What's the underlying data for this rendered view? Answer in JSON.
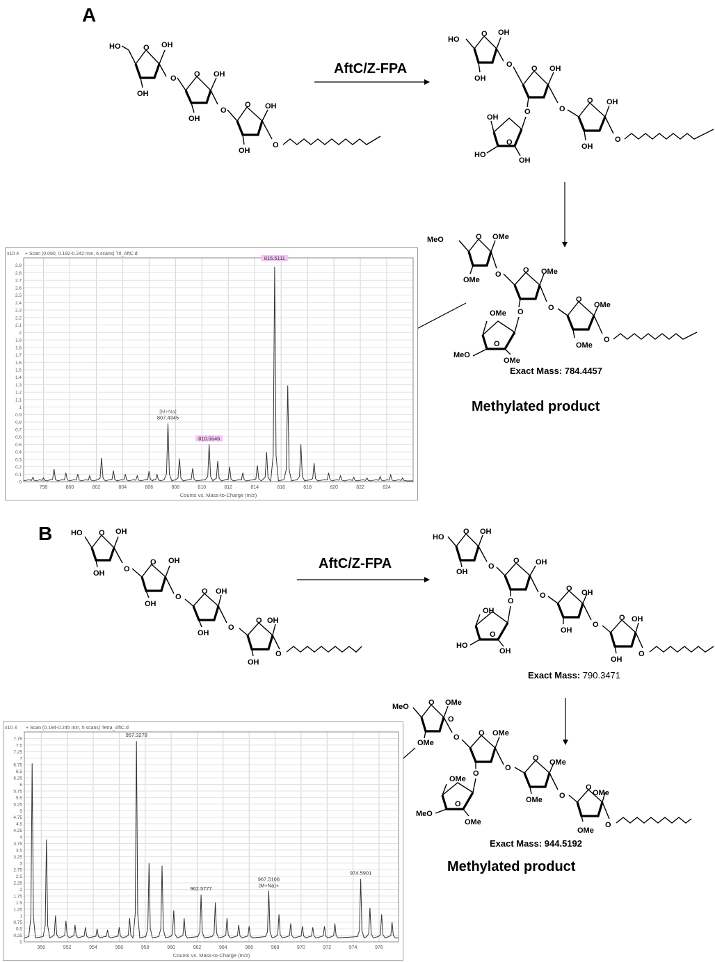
{
  "panelA": {
    "letter": "A",
    "reaction_label": "AftC/Z-FPA",
    "product_mass_label": "Exact Mass:",
    "product_mass_value": "784.4457",
    "product_label": "Methylated product",
    "spectrum": {
      "header": "+ Scan (0.090, 0.192-0.242 min, 6 scans) Tri_AftC.d",
      "yexp": "x10 4",
      "xlabel": "Counts vs. Mass-to-Charge (m/z)",
      "peak_labels": [
        "815.5111",
        "807.4345",
        "810.5546",
        "[M+Na]"
      ]
    }
  },
  "panelB": {
    "letter": "B",
    "reaction_label": "AftC/Z-FPA",
    "intermediate_mass_label": "Exact Mass:",
    "intermediate_mass_value": "790.3471",
    "product_mass_label": "Exact Mass:",
    "product_mass_value": "944.5192",
    "product_label": "Methylated product",
    "spectrum": {
      "header": "+ Scan (0.194-0.245 min, 5 scans) Tetra_AftC.d",
      "yexp": "x10 3",
      "xlabel": "Counts vs. Mass-to-Charge (m/z)",
      "peak_labels": [
        "957.3278",
        "962.5777",
        "967.5106",
        "(M+Na)+",
        "974.5901"
      ]
    }
  },
  "mol_labels": {
    "HO": "HO",
    "OH": "OH",
    "O": "O",
    "MeO": "MeO",
    "OMe": "OMe"
  },
  "chart_data": [
    {
      "type": "line",
      "title": "+ Scan (0.090, 0.192-0.242 min, 6 scans) Tri_AftC.d",
      "xlabel": "Counts vs. Mass-to-Charge (m/z)",
      "ylabel": "x10 4",
      "xlim": [
        796.5,
        826
      ],
      "ylim": [
        0,
        3.0
      ],
      "x_ticks": [
        798,
        800,
        802,
        804,
        806,
        808,
        810,
        812,
        814,
        816,
        818,
        820,
        822,
        824
      ],
      "y_ticks": [
        0,
        0.1,
        0.2,
        0.3,
        0.4,
        0.5,
        0.6,
        0.7,
        0.8,
        0.9,
        1,
        1.1,
        1.2,
        1.3,
        1.4,
        1.5,
        1.6,
        1.7,
        1.8,
        1.9,
        2,
        2.1,
        2.2,
        2.3,
        2.4,
        2.5,
        2.6,
        2.7,
        2.8,
        2.9
      ],
      "grid": true,
      "peaks": [
        {
          "x": 797.2,
          "y": 0.06
        },
        {
          "x": 798.0,
          "y": 0.05
        },
        {
          "x": 798.8,
          "y": 0.17
        },
        {
          "x": 799.7,
          "y": 0.12
        },
        {
          "x": 800.6,
          "y": 0.1
        },
        {
          "x": 801.5,
          "y": 0.08
        },
        {
          "x": 802.4,
          "y": 0.32
        },
        {
          "x": 803.3,
          "y": 0.15
        },
        {
          "x": 804.2,
          "y": 0.1
        },
        {
          "x": 805.1,
          "y": 0.08
        },
        {
          "x": 806.0,
          "y": 0.14
        },
        {
          "x": 806.6,
          "y": 0.1
        },
        {
          "x": 807.43,
          "y": 0.78
        },
        {
          "x": 808.3,
          "y": 0.31
        },
        {
          "x": 809.3,
          "y": 0.18
        },
        {
          "x": 810.55,
          "y": 0.5
        },
        {
          "x": 811.2,
          "y": 0.28
        },
        {
          "x": 812.1,
          "y": 0.2
        },
        {
          "x": 813.1,
          "y": 0.12
        },
        {
          "x": 814.2,
          "y": 0.22
        },
        {
          "x": 814.9,
          "y": 0.4
        },
        {
          "x": 815.51,
          "y": 2.88
        },
        {
          "x": 816.5,
          "y": 1.29
        },
        {
          "x": 817.5,
          "y": 0.5
        },
        {
          "x": 818.5,
          "y": 0.25
        },
        {
          "x": 819.6,
          "y": 0.12
        },
        {
          "x": 820.5,
          "y": 0.08
        },
        {
          "x": 821.5,
          "y": 0.06
        },
        {
          "x": 822.5,
          "y": 0.05
        },
        {
          "x": 823.5,
          "y": 0.07
        },
        {
          "x": 824.3,
          "y": 0.09
        },
        {
          "x": 825.2,
          "y": 0.05
        }
      ]
    },
    {
      "type": "line",
      "title": "+ Scan (0.194-0.245 min, 5 scans) Tetra_AftC.d",
      "xlabel": "Counts vs. Mass-to-Charge (m/z)",
      "ylabel": "x10 3",
      "xlim": [
        948.7,
        977.5
      ],
      "ylim": [
        0,
        8.0
      ],
      "x_ticks": [
        950,
        952,
        954,
        956,
        958,
        960,
        962,
        964,
        966,
        968,
        970,
        972,
        974,
        976
      ],
      "y_ticks": [
        0,
        0.25,
        0.5,
        0.75,
        1,
        1.25,
        1.5,
        1.75,
        2,
        2.25,
        2.5,
        2.75,
        3,
        3.25,
        3.5,
        3.75,
        4,
        4.25,
        4.5,
        4.75,
        5,
        5.25,
        5.5,
        5.75,
        6,
        6.25,
        6.5,
        6.75,
        7,
        7.25,
        7.5,
        7.75
      ],
      "grid": true,
      "peaks": [
        {
          "x": 949.3,
          "y": 6.8
        },
        {
          "x": 950.4,
          "y": 3.9
        },
        {
          "x": 951.1,
          "y": 1.0
        },
        {
          "x": 951.9,
          "y": 0.8
        },
        {
          "x": 952.6,
          "y": 0.65
        },
        {
          "x": 953.4,
          "y": 0.55
        },
        {
          "x": 954.3,
          "y": 0.5
        },
        {
          "x": 955.1,
          "y": 0.45
        },
        {
          "x": 956.0,
          "y": 0.55
        },
        {
          "x": 956.8,
          "y": 0.9
        },
        {
          "x": 957.33,
          "y": 7.65
        },
        {
          "x": 958.3,
          "y": 3.0
        },
        {
          "x": 959.3,
          "y": 2.9
        },
        {
          "x": 960.2,
          "y": 1.2
        },
        {
          "x": 961.0,
          "y": 0.9
        },
        {
          "x": 962.3,
          "y": 1.8
        },
        {
          "x": 963.4,
          "y": 1.5
        },
        {
          "x": 964.3,
          "y": 0.9
        },
        {
          "x": 965.2,
          "y": 0.65
        },
        {
          "x": 966.0,
          "y": 0.6
        },
        {
          "x": 967.51,
          "y": 1.95
        },
        {
          "x": 968.3,
          "y": 1.05
        },
        {
          "x": 969.2,
          "y": 0.7
        },
        {
          "x": 970.1,
          "y": 0.6
        },
        {
          "x": 970.9,
          "y": 0.55
        },
        {
          "x": 971.8,
          "y": 0.6
        },
        {
          "x": 972.6,
          "y": 0.7
        },
        {
          "x": 974.59,
          "y": 2.4
        },
        {
          "x": 975.3,
          "y": 1.3
        },
        {
          "x": 976.2,
          "y": 1.05
        },
        {
          "x": 977.0,
          "y": 0.75
        }
      ]
    }
  ]
}
